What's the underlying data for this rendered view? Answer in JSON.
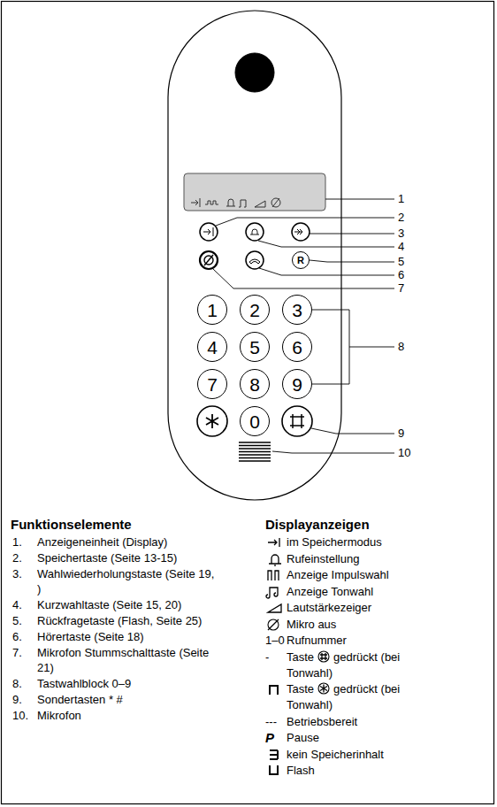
{
  "diagram": {
    "nodes": [
      {
        "text": [
          "R"
        ]
      },
      {
        "text": [
          "1"
        ]
      },
      {
        "text": [
          "2"
        ]
      },
      {
        "text": [
          "3"
        ]
      },
      {
        "text": [
          "4"
        ]
      },
      {
        "text": [
          "5"
        ]
      },
      {
        "text": [
          "6"
        ]
      },
      {
        "text": [
          "7"
        ]
      },
      {
        "text": [
          "8"
        ]
      },
      {
        "text": [
          "9"
        ]
      },
      {
        "text": [
          "0"
        ]
      }
    ],
    "labels": [
      "1",
      "2",
      "3",
      "4",
      "5",
      "6",
      "7",
      "8",
      "9",
      "10",
      "Funktionselemente",
      "1.",
      "Anzeigeneinheit (Display)",
      "2.",
      "Speichertaste (Seite 13-15)",
      "3.",
      "Wahlwiederholungstaste (Seite 19, )",
      "4.",
      "Kurzwahltaste (Seite 15, 20)",
      "5.",
      "Rückfragetaste (Flash, Seite 25)",
      "6.",
      "Hörertaste (Seite 18)",
      "7.",
      "Mikrofon Stummschalttaste (Seite 21)",
      "8.",
      "Tastwahlblock 0–9",
      "9.",
      "Sondertasten * #",
      "10.",
      "Mikrofon",
      "Displayanzeigen",
      "im Speichermodus",
      "Rufeinstellung",
      "Anzeige Impulswahl",
      "Anzeige Tonwahl",
      "Lautstärkezeiger",
      "Mikro aus",
      "1–0",
      "Rufnummer",
      "-",
      "Taste",
      "gedrückt (bei Tonwahl)",
      "Taste",
      "gedrückt (bei Tonwahl)",
      "---",
      "Betriebsbereit",
      "P",
      "Pause",
      "kein Speicherinhalt",
      "Flash"
    ]
  }
}
